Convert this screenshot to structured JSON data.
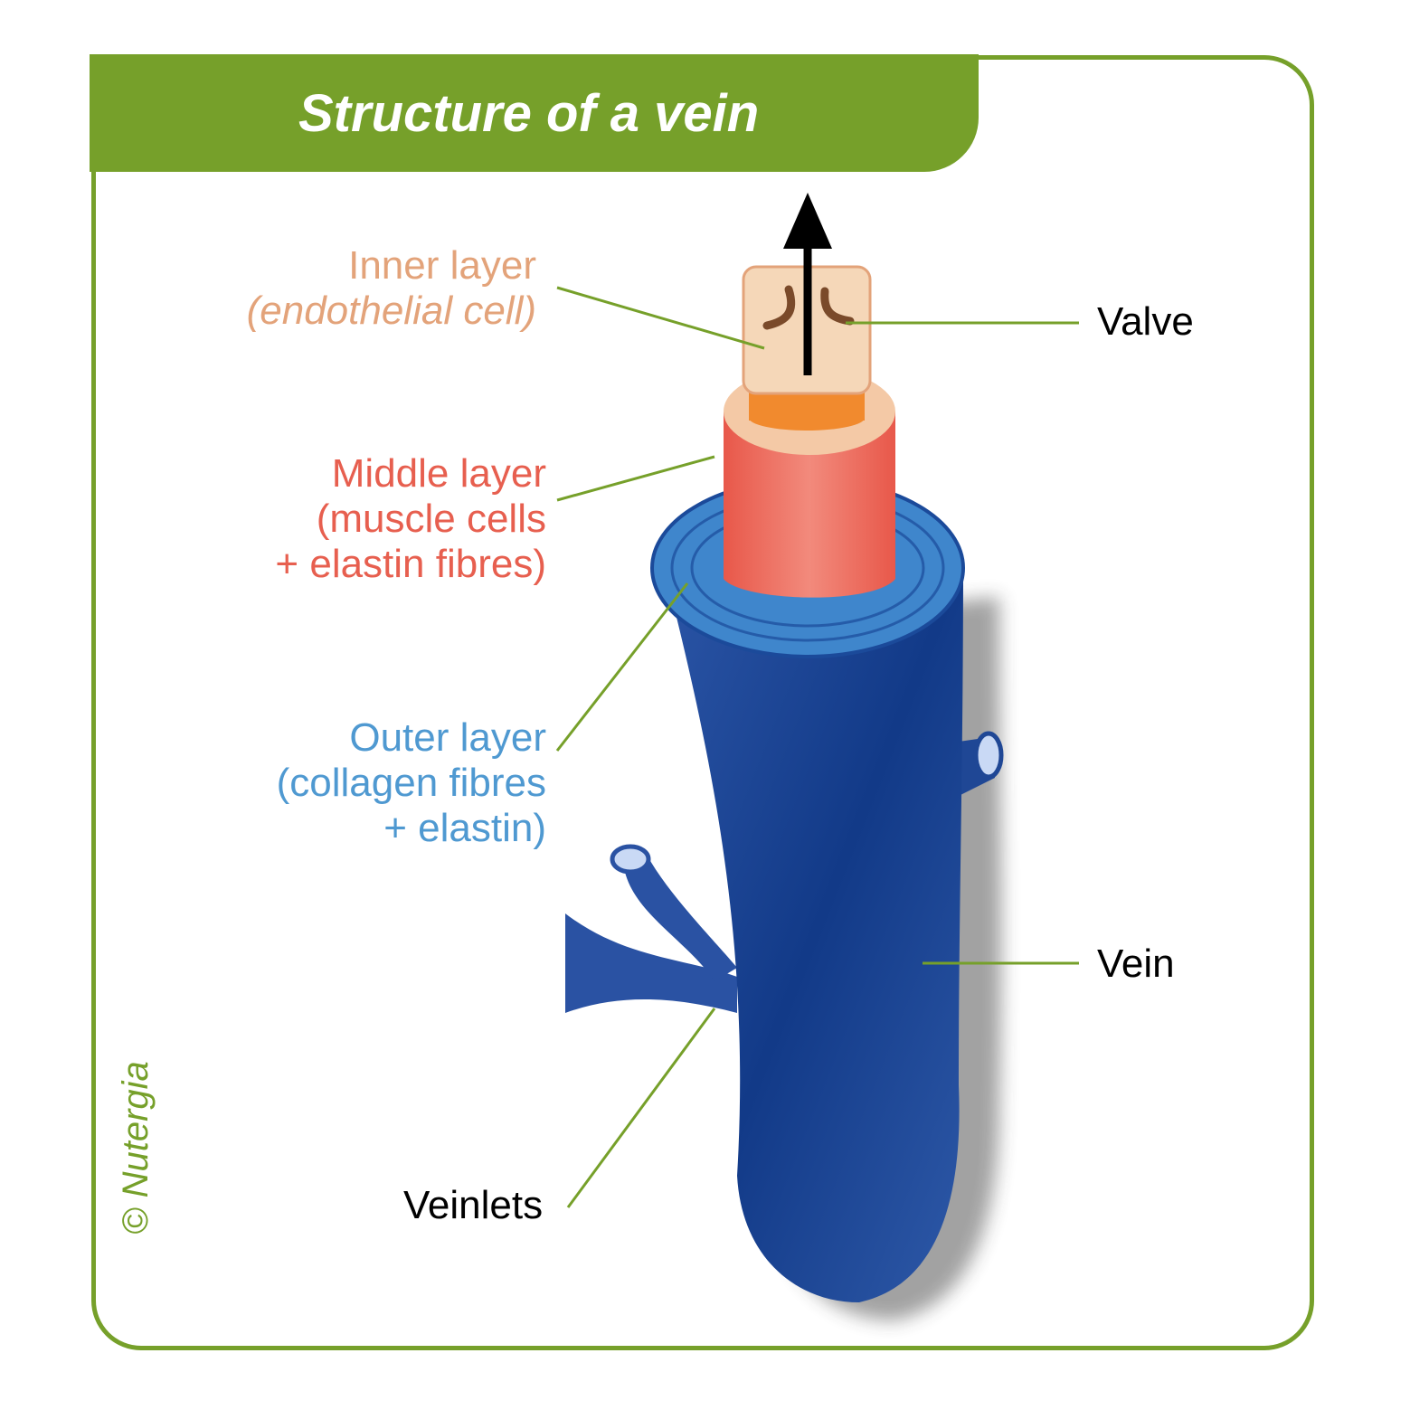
{
  "title": "Structure of a vein",
  "labels": {
    "inner_title": "Inner layer",
    "inner_sub": "(endothelial cell)",
    "middle_line1": "Middle layer",
    "middle_line2": "(muscle cells",
    "middle_line3": "+ elastin fibres)",
    "outer_line1": "Outer layer",
    "outer_line2": "(collagen fibres",
    "outer_line3": "+ elastin)",
    "valve": "Valve",
    "vein": "Vein",
    "veinlets": "Veinlets"
  },
  "copyright": "© Nutergia",
  "colors": {
    "frame_green": "#76a02a",
    "inner": "#e3a37a",
    "middle": "#e75f4f",
    "outer": "#4f99d1",
    "vein_blue": "#1d3f94"
  }
}
